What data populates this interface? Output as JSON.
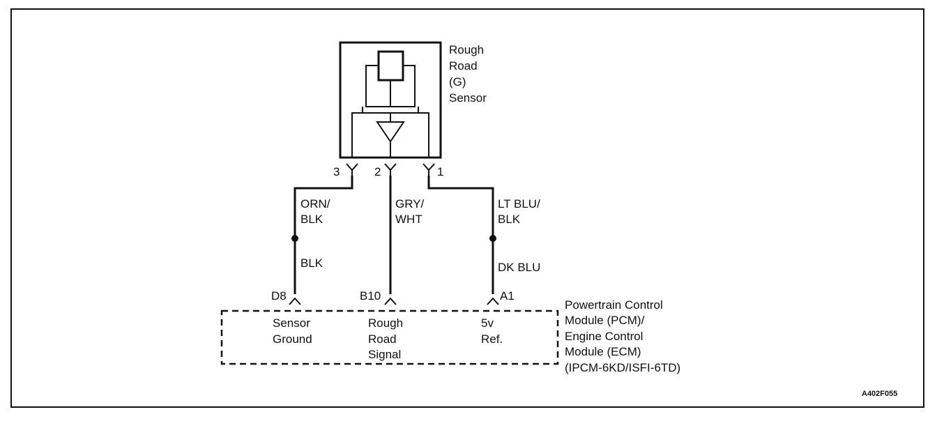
{
  "sensor": {
    "title_lines": [
      "Rough",
      "Road",
      "(G)",
      "Sensor"
    ]
  },
  "sensor_pins": [
    "3",
    "2",
    "1"
  ],
  "wire_colors_upper": {
    "pin3": [
      "ORN/",
      "BLK"
    ],
    "pin2": [
      "GRY/",
      "WHT"
    ],
    "pin1": [
      "LT BLU/",
      "BLK"
    ]
  },
  "wire_colors_lower": {
    "pin3": "BLK",
    "pin1": "DK BLU"
  },
  "module_pins": [
    "D8",
    "B10",
    "A1"
  ],
  "module_functions": {
    "d8": [
      "Sensor",
      "Ground"
    ],
    "b10": [
      "Rough",
      "Road",
      "Signal"
    ],
    "a1": [
      "5v",
      "Ref."
    ]
  },
  "module": {
    "title_lines": [
      "Powertrain Control",
      "Module (PCM)/",
      "Engine Control",
      "Module (ECM)",
      "(IPCM-6KD/ISFI-6TD)"
    ]
  },
  "figure_code": "A402F055"
}
